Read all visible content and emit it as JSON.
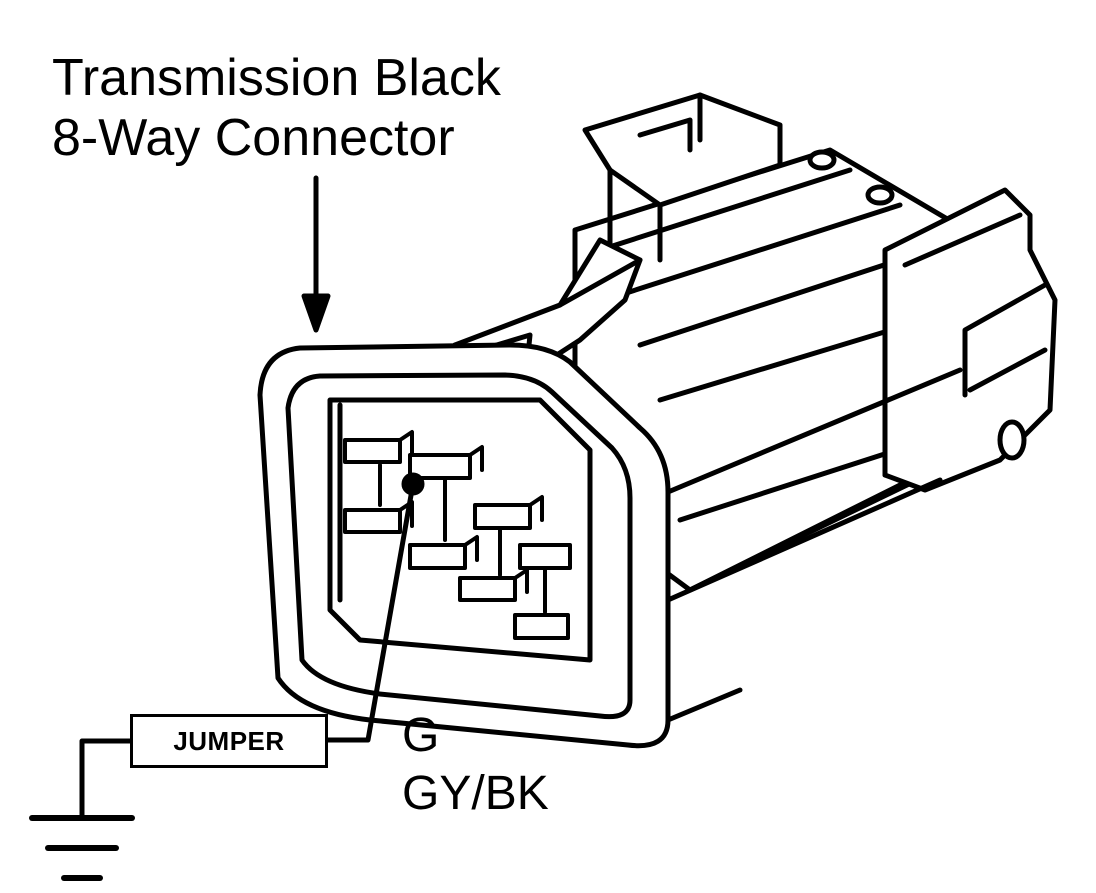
{
  "diagram": {
    "title_line_1": "Transmission Black",
    "title_line_2": "8-Way Connector",
    "jumper_label": "JUMPER",
    "pin_id": "G",
    "wire_color": "GY/BK",
    "icons": [
      "arrow-down-icon",
      "ground-symbol-icon",
      "connector-illustration"
    ],
    "line_color": "#000000",
    "background_color": "#ffffff"
  }
}
